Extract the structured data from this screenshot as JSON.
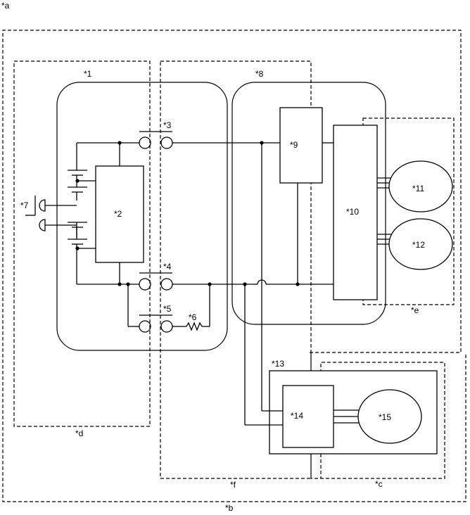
{
  "diagram": {
    "labels": {
      "a": "*a",
      "b": "*b",
      "c": "*c",
      "d": "*d",
      "e": "*e",
      "f": "*f",
      "n1": "*1",
      "n2": "*2",
      "n3": "*3",
      "n4": "*4",
      "n5": "*5",
      "n6": "*6",
      "n7": "*7",
      "n8": "*8",
      "n9": "*9",
      "n10": "*10",
      "n11": "*11",
      "n12": "*12",
      "n13": "*13",
      "n14": "*14",
      "n15": "*15"
    },
    "colors": {
      "line": "#000000",
      "background": "#ffffff"
    }
  }
}
